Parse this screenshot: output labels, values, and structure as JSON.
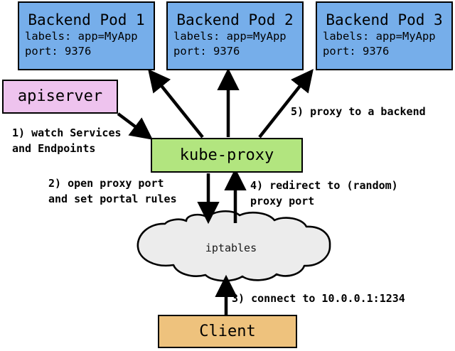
{
  "diagram": {
    "title": "kube-proxy service proxying flow",
    "background": "#ffffff"
  },
  "colors": {
    "pod_fill": "#76aeea",
    "apiserver_fill": "#eec3ee",
    "kube_proxy_fill": "#b2e57f",
    "client_fill": "#eec27d",
    "cloud_fill": "#ececec",
    "stroke": "#000000"
  },
  "nodes": {
    "pods": [
      {
        "title": "Backend Pod 1",
        "labels_line": "labels: app=MyApp",
        "port_line": "port: 9376"
      },
      {
        "title": "Backend Pod 2",
        "labels_line": "labels: app=MyApp",
        "port_line": "port: 9376"
      },
      {
        "title": "Backend Pod 3",
        "labels_line": "labels: app=MyApp",
        "port_line": "port: 9376"
      }
    ],
    "apiserver": {
      "label": "apiserver"
    },
    "kube_proxy": {
      "label": "kube-proxy"
    },
    "iptables": {
      "label": "iptables"
    },
    "client": {
      "label": "Client"
    }
  },
  "steps": [
    {
      "id": "step-1",
      "line1": "1) watch Services",
      "line2": "and Endpoints"
    },
    {
      "id": "step-2",
      "line1": "2) open proxy port",
      "line2": "and set portal rules"
    },
    {
      "id": "step-3",
      "line1": "3) connect to 10.0.0.1:1234",
      "line2": ""
    },
    {
      "id": "step-4",
      "line1": "4) redirect to (random)",
      "line2": "proxy port"
    },
    {
      "id": "step-5",
      "line1": "5) proxy to a backend",
      "line2": ""
    }
  ],
  "edges": [
    {
      "name": "apiserver-to-kube-proxy",
      "from": "apiserver",
      "to": "kube-proxy",
      "step": "1"
    },
    {
      "name": "kube-proxy-to-iptables",
      "from": "kube-proxy",
      "to": "iptables",
      "step": "2"
    },
    {
      "name": "client-to-iptables",
      "from": "client",
      "to": "iptables",
      "step": "3"
    },
    {
      "name": "iptables-to-kube-proxy",
      "from": "iptables",
      "to": "kube-proxy",
      "step": "4"
    },
    {
      "name": "kube-proxy-to-pod-1",
      "from": "kube-proxy",
      "to": "Backend Pod 1",
      "step": "5"
    },
    {
      "name": "kube-proxy-to-pod-2",
      "from": "kube-proxy",
      "to": "Backend Pod 2",
      "step": "5"
    },
    {
      "name": "kube-proxy-to-pod-3",
      "from": "kube-proxy",
      "to": "Backend Pod 3",
      "step": "5"
    }
  ]
}
